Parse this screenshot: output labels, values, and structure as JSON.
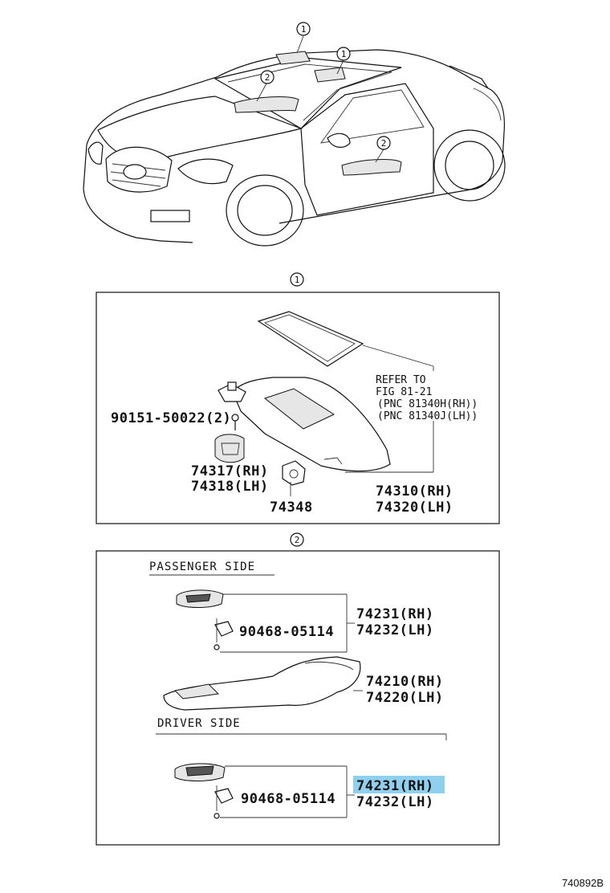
{
  "overview": {
    "callouts": [
      {
        "label": "1"
      },
      {
        "label": "1"
      },
      {
        "label": "2"
      },
      {
        "label": "2"
      }
    ]
  },
  "section1": {
    "marker": "1",
    "refer": {
      "line1": "REFER TO",
      "line2": "FIG 81-21",
      "line3": "(PNC 81340H(RH))",
      "line4": "(PNC 81340J(LH))"
    },
    "parts": {
      "screw": "90151-50022(2)",
      "clip_rh": "74317(RH)",
      "clip_lh": "74318(LH)",
      "holder": "74348",
      "visor_rh": "74310(RH)",
      "visor_lh": "74320(LH)"
    }
  },
  "section2": {
    "marker": "2",
    "passenger_heading": "PASSENGER SIDE",
    "driver_heading": "DRIVER SIDE",
    "passenger": {
      "cover_rh": "74231(RH)",
      "cover_lh": "74232(LH)",
      "screw": "90468-05114",
      "grip_rh": "74210(RH)",
      "grip_lh": "74220(LH)"
    },
    "driver": {
      "cover_rh": "74231(RH)",
      "cover_lh": "74232(LH)",
      "screw": "90468-05114"
    }
  },
  "footer": {
    "figure_code": "740892B"
  },
  "colors": {
    "highlight": "#8fd0ee",
    "line": "#111111"
  }
}
